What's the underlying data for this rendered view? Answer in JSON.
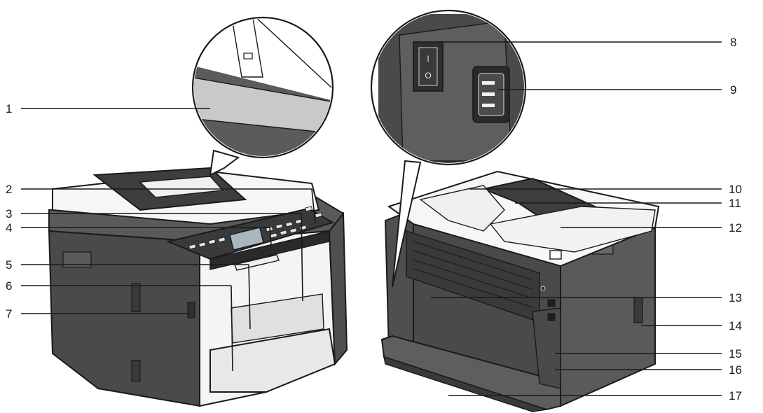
{
  "figure": {
    "callouts": [
      {
        "id": "1",
        "label": "1"
      },
      {
        "id": "2",
        "label": "2"
      },
      {
        "id": "3",
        "label": "3"
      },
      {
        "id": "4",
        "label": "4"
      },
      {
        "id": "5",
        "label": "5"
      },
      {
        "id": "6",
        "label": "6"
      },
      {
        "id": "7",
        "label": "7"
      },
      {
        "id": "8",
        "label": "8"
      },
      {
        "id": "9",
        "label": "9"
      },
      {
        "id": "10",
        "label": "10"
      },
      {
        "id": "11",
        "label": "11"
      },
      {
        "id": "12",
        "label": "12"
      },
      {
        "id": "13",
        "label": "13"
      },
      {
        "id": "14",
        "label": "14"
      },
      {
        "id": "15",
        "label": "15"
      },
      {
        "id": "16",
        "label": "16"
      },
      {
        "id": "17",
        "label": "17"
      }
    ],
    "switch_marks": {
      "on": "I",
      "off": "O"
    },
    "colors": {
      "body_dark": "#4a4a4a",
      "body_mid": "#6b6b6b",
      "panel_light": "#f2f2f2",
      "glass": "#c9c9c9",
      "outline": "#1a1a1a"
    }
  }
}
